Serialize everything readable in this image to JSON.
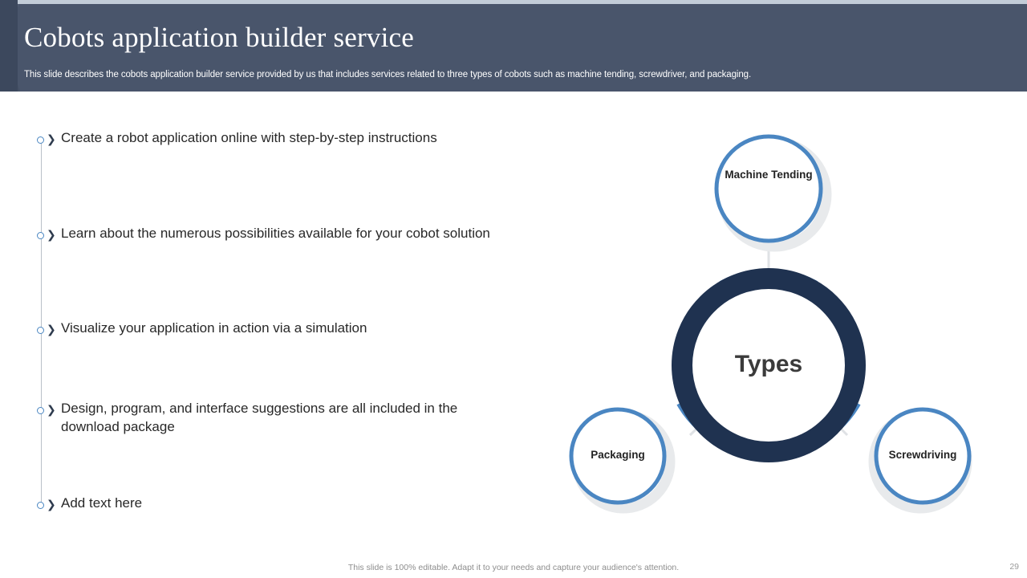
{
  "header": {
    "title": "Cobots application builder service",
    "subtitle": "This slide describes the cobots application builder service provided by us that includes services related to three types of cobots such as machine tending, screwdriver, and packaging.",
    "bar_color": "#49556b",
    "accent_color": "#c2ccd8"
  },
  "bullets": [
    {
      "text": "Create a robot application online with step-by-step instructions"
    },
    {
      "text": "Learn about the numerous possibilities available for your cobot solution"
    },
    {
      "text": "Visualize your application in action via a simulation"
    },
    {
      "text": "Design, program, and interface suggestions are all included in the download package"
    },
    {
      "text": "Add text here"
    }
  ],
  "diagram": {
    "center_label": "Types",
    "nodes": [
      {
        "label": "Machine Tending"
      },
      {
        "label": "Screwdriving"
      },
      {
        "label": "Packaging"
      }
    ],
    "colors": {
      "ring_blue": "#4a86c2",
      "center_navy": "#1f3250",
      "shadow_grey": "#e8eaec"
    }
  },
  "footer": {
    "note": "This slide is 100% editable. Adapt it to your needs and capture your audience's attention.",
    "page_number": "29"
  }
}
